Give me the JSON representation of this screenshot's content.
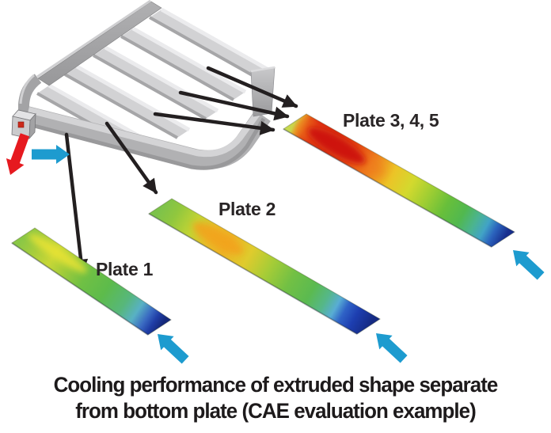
{
  "figure": {
    "labels": {
      "plate345": "Plate 3, 4, 5",
      "plate2": "Plate 2",
      "plate1": "Plate 1"
    },
    "caption": {
      "line1": "Cooling performance of extruded shape separate",
      "line2": "from bottom plate (CAE evaluation example)"
    },
    "colors": {
      "arrow_black": "#231f20",
      "arrow_blue": "#1d9bcf",
      "arrow_red": "#e6191f",
      "frame_gray": "#b1b1b3",
      "hot_red": "#cf1210",
      "cold_navy": "#162d8e"
    },
    "icons": {
      "pointer_arrow": "black straight arrow",
      "airflow_arrow": "blue block arrow",
      "heat_load_arrow": "red block arrow"
    }
  }
}
